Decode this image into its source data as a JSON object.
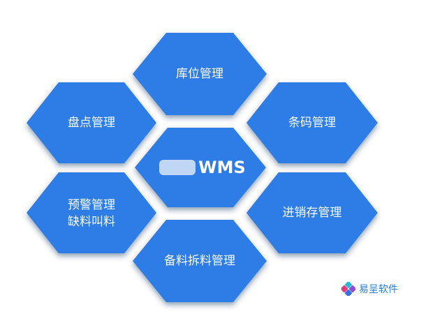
{
  "diagram": {
    "center": {
      "prefix": "",
      "label": "WMS"
    },
    "modules": {
      "top": "库位管理",
      "upper_left": "盘点管理",
      "upper_right": "条码管理",
      "lower_left_line1": "预警管理",
      "lower_left_line2": "缺料叫料",
      "lower_right": "进销存管理",
      "bottom": "备料拆料管理"
    }
  },
  "brand": {
    "name": "易呈软件"
  },
  "colors": {
    "hex_fill": "#2E7BE6",
    "hex_shadow": "#0a2a5a",
    "brand_text": "#2a7fd6"
  }
}
